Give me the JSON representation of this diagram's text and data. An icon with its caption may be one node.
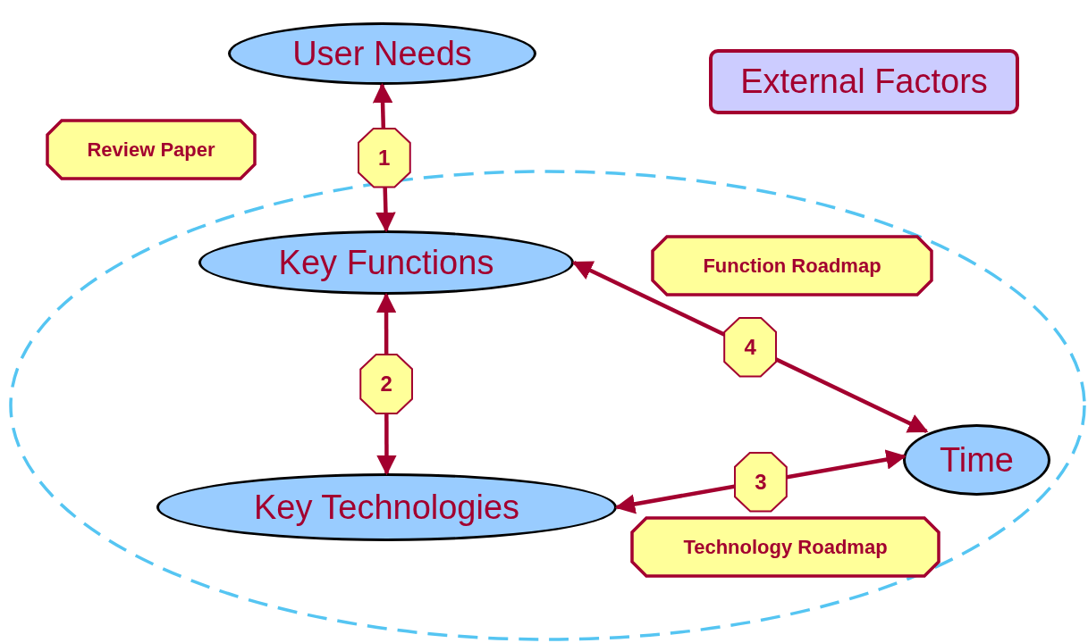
{
  "diagram": {
    "nodes": [
      {
        "text": [
          "User Needs"
        ]
      },
      {
        "text": [
          "External Factors"
        ]
      },
      {
        "text": [
          "Review Paper"
        ]
      },
      {
        "text": [],
        "shape": "ellipse"
      },
      {
        "text": [
          "Key Functions"
        ],
        "in": 3
      },
      {
        "text": [
          "Function Roadmap"
        ],
        "in": 3
      },
      {
        "text": [
          "Key Technologies"
        ],
        "in": 3
      },
      {
        "text": [
          "Time"
        ],
        "in": 3
      },
      {
        "text": [
          "Technology Roadmap"
        ],
        "in": 3
      }
    ],
    "edges": [
      {
        "from": 0,
        "to": 4,
        "arrow": "both",
        "label": "1"
      },
      {
        "from": 4,
        "to": 6,
        "arrow": "both",
        "label": "2"
      },
      {
        "from": 6,
        "to": 7,
        "arrow": "both",
        "label": "3"
      },
      {
        "from": 4,
        "to": 7,
        "arrow": "both",
        "label": "4"
      }
    ]
  }
}
